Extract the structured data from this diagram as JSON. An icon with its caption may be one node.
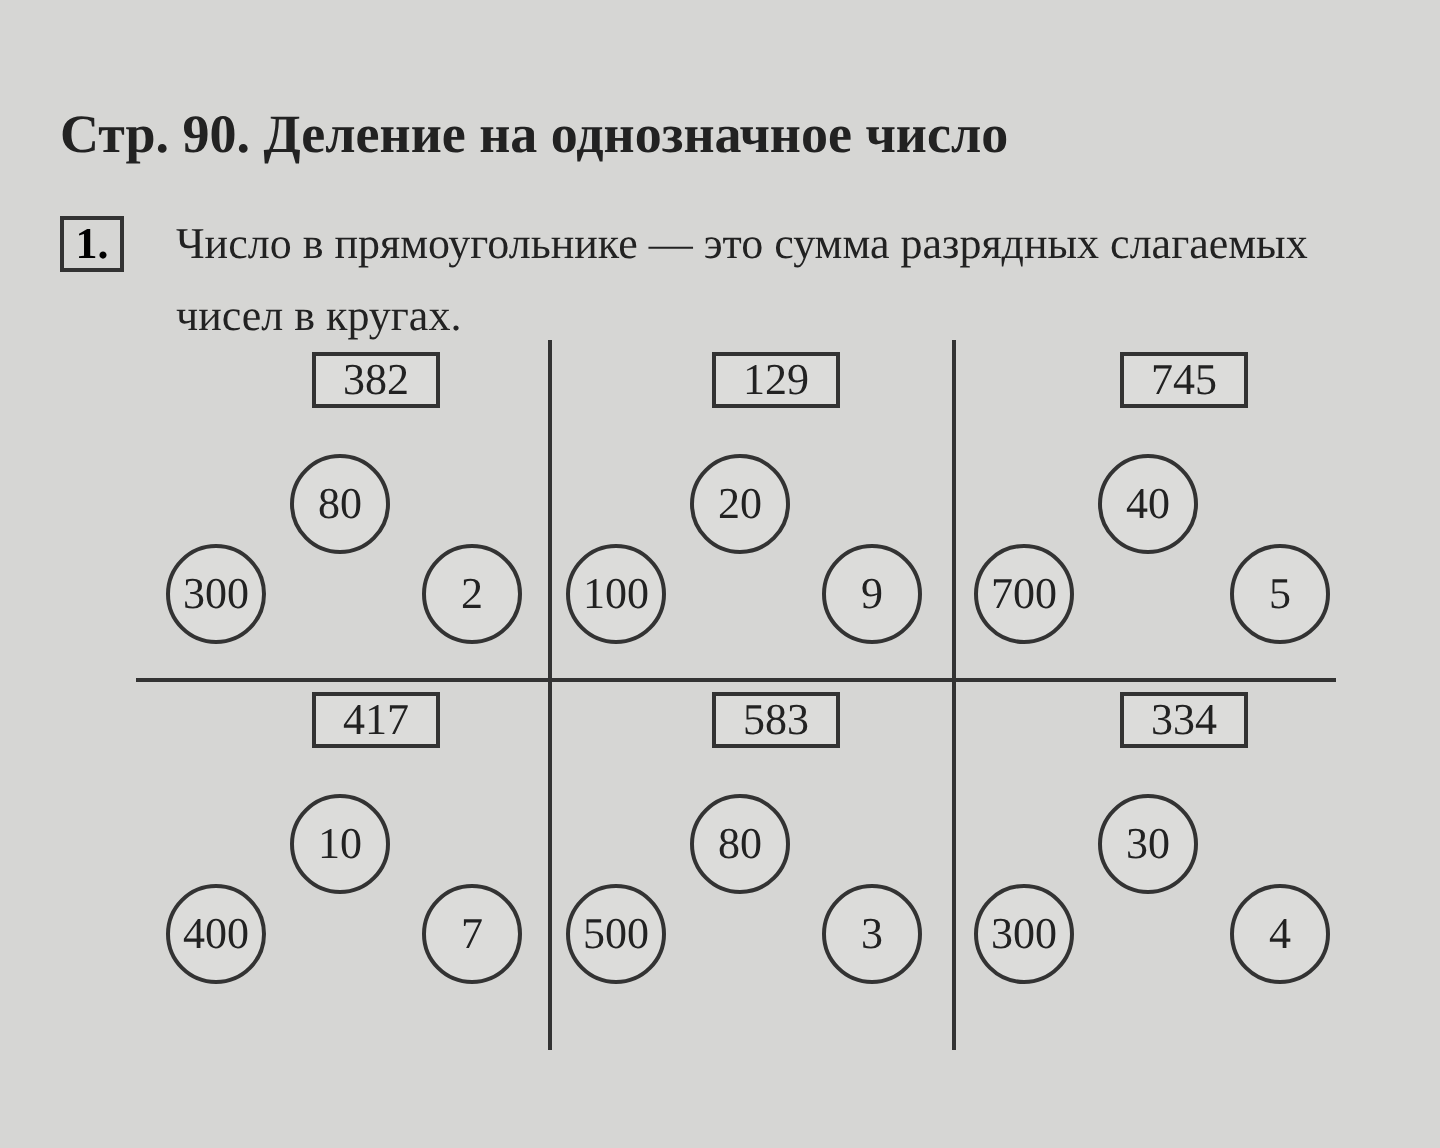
{
  "diagram": {
    "title": "Стр. 90. Деление на однозначное число",
    "nodes": [
      {
        "text": [
          "382"
        ]
      },
      {
        "text": [
          "80"
        ]
      },
      {
        "text": [
          "300"
        ]
      },
      {
        "text": [
          "2"
        ]
      },
      {
        "text": [
          "129"
        ]
      },
      {
        "text": [
          "20"
        ]
      },
      {
        "text": [
          "100"
        ]
      },
      {
        "text": [
          "9"
        ]
      },
      {
        "text": [
          "745"
        ]
      },
      {
        "text": [
          "40"
        ]
      },
      {
        "text": [
          "700"
        ]
      },
      {
        "text": [
          "5"
        ]
      },
      {
        "text": [
          "417"
        ]
      },
      {
        "text": [
          "10"
        ]
      },
      {
        "text": [
          "400"
        ]
      },
      {
        "text": [
          "7"
        ]
      },
      {
        "text": [
          "583"
        ]
      },
      {
        "text": [
          "80"
        ]
      },
      {
        "text": [
          "500"
        ]
      },
      {
        "text": [
          "3"
        ]
      },
      {
        "text": [
          "334"
        ]
      },
      {
        "text": [
          "30"
        ]
      },
      {
        "text": [
          "300"
        ]
      },
      {
        "text": [
          "4"
        ]
      }
    ],
    "edges": [],
    "labels": [
      "1.",
      "Число в прямоугольнике — это сумма разрядных слагаемых чисел в кругах."
    ]
  }
}
